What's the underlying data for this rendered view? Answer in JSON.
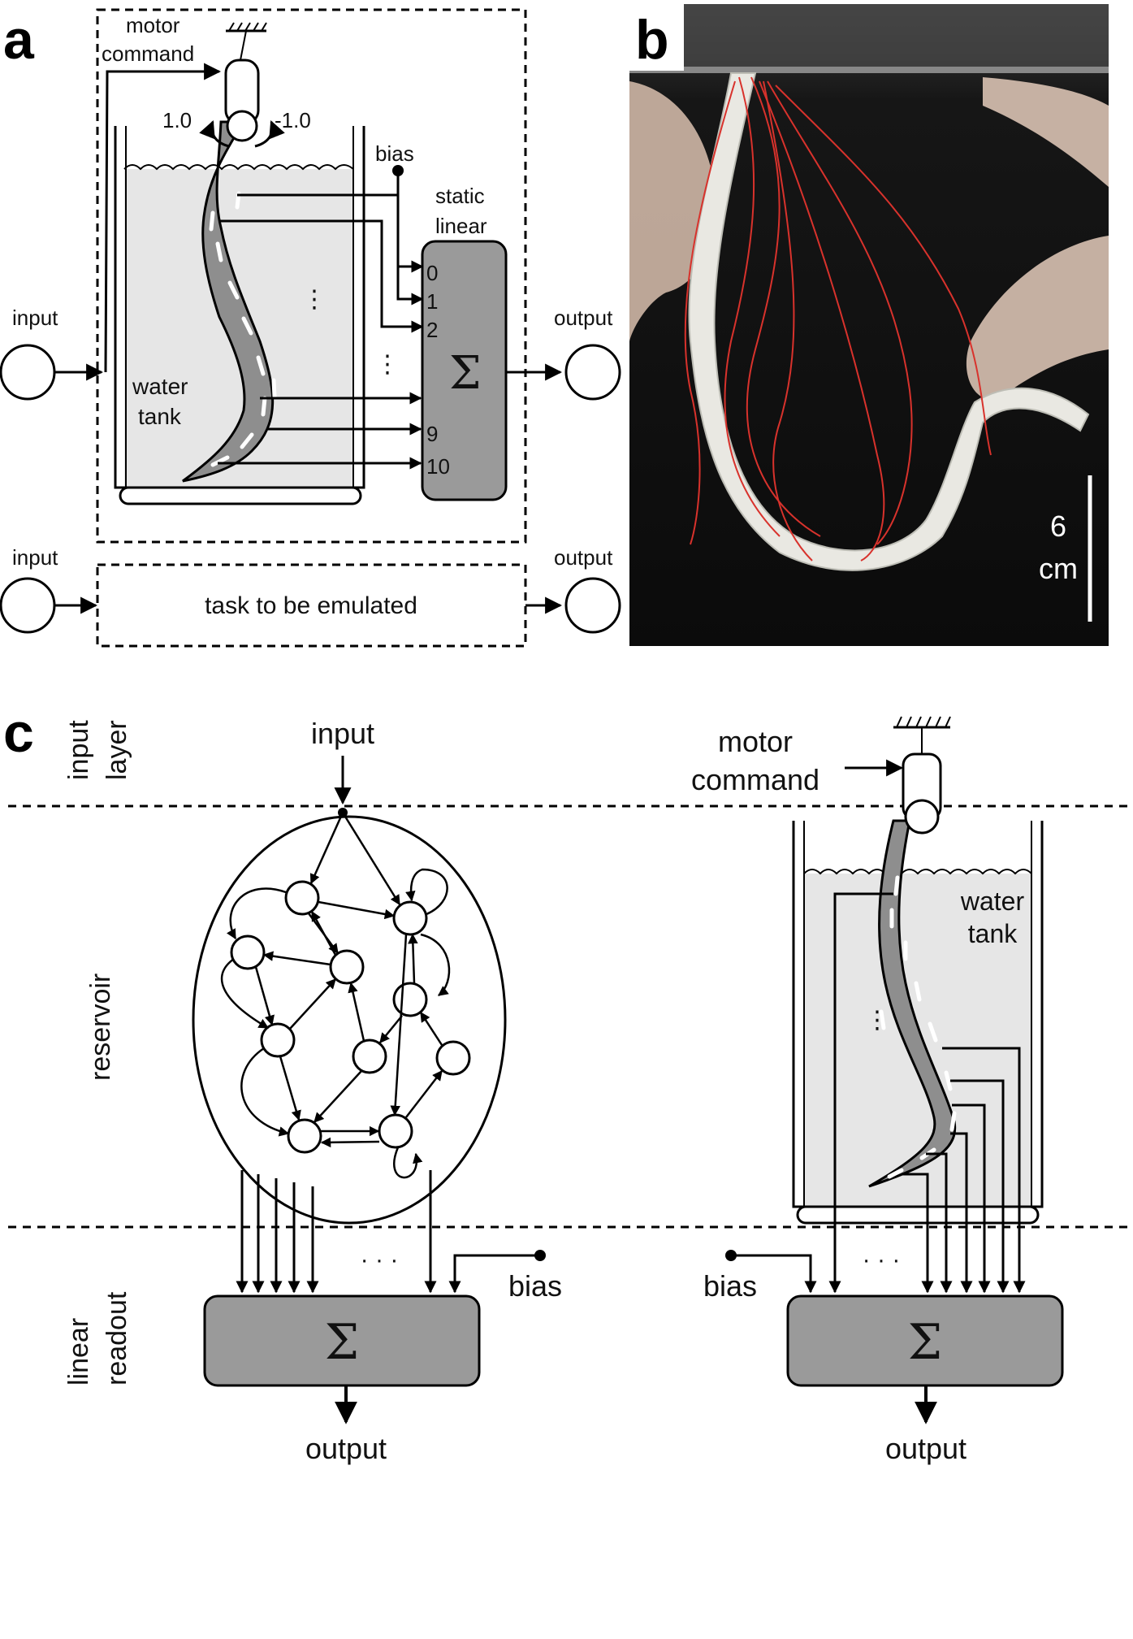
{
  "panel_a": {
    "label": "a",
    "motor_command": [
      "motor",
      "command"
    ],
    "angle_pos": "1.0",
    "angle_neg": "-1.0",
    "bias": "bias",
    "static_linear": [
      "static",
      "linear"
    ],
    "input": "input",
    "output": "output",
    "water_tank": [
      "water",
      "tank"
    ],
    "readout_indices": [
      "0",
      "1",
      "2",
      "9",
      "10"
    ],
    "ellipsis": "⋮",
    "sum_symbol": "Σ",
    "task_input": "input",
    "task_output": "output",
    "task_box": "task to be emulated"
  },
  "panel_b": {
    "label": "b",
    "scale_value": "6",
    "scale_unit": "cm"
  },
  "panel_c": {
    "label": "c",
    "layer_input": [
      "input",
      "layer"
    ],
    "layer_reservoir": "reservoir",
    "layer_readout": [
      "linear",
      "readout"
    ],
    "left_input": "input",
    "left_bias": "bias",
    "left_output": "output",
    "left_sum": "Σ",
    "right_motor_command": [
      "motor",
      "command"
    ],
    "right_water_tank": [
      "water",
      "tank"
    ],
    "right_bias": "bias",
    "right_output": "output",
    "right_sum": "Σ",
    "dots": "· · ·",
    "vdots": "⋮"
  },
  "colors": {
    "box_gray": "#9a9a9a",
    "tank_fill": "#e6e6e6",
    "tentacle_fill": "#8e8e8e",
    "photo_dark": "#0f0f0f",
    "wire_red": "#d8322c"
  }
}
